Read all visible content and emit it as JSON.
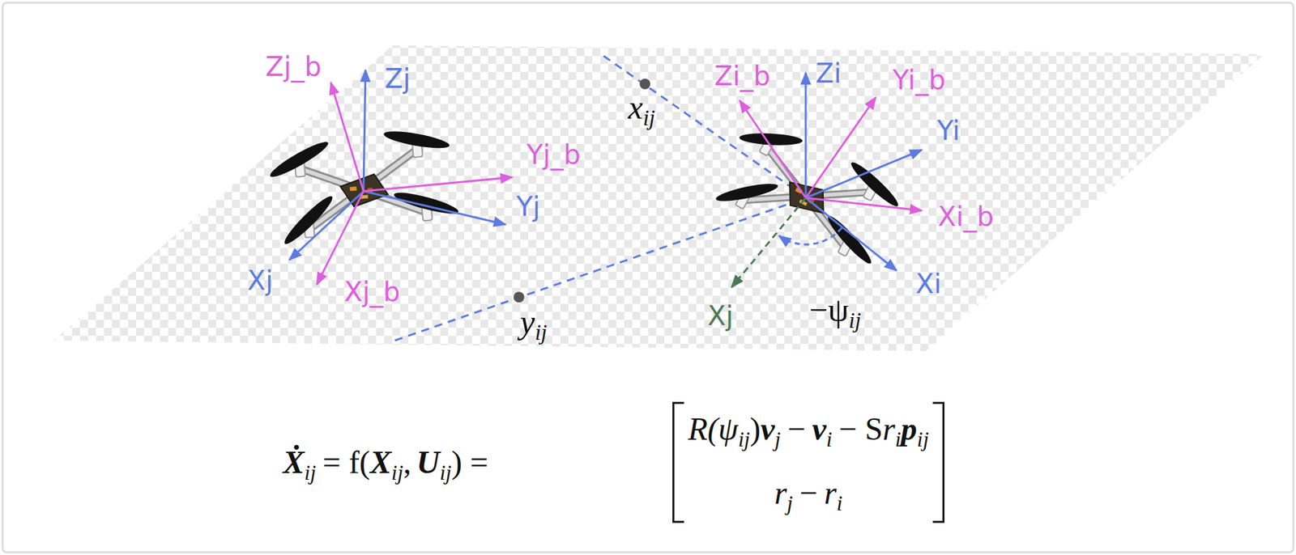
{
  "diagram": {
    "labels": [
      "Zj_b",
      "Zj",
      "Yj_b",
      "Yj",
      "Xj",
      "Xj_b",
      "x",
      "ij",
      "Zi_b",
      "Zi",
      "Yi_b",
      "Yi",
      "Xi_b",
      "Xi",
      "y",
      "ij",
      "Xj",
      "−ψ",
      "ij",
      "Ẋ",
      "ij",
      "= f(",
      "X",
      "ij",
      ",",
      "U",
      "ij",
      ") =",
      "R(ψ",
      "ij",
      ")",
      "v",
      "j",
      "−",
      "v",
      "i",
      "− S",
      "r",
      "i",
      "p",
      "ij",
      "r",
      "j",
      "−",
      "r",
      "i"
    ]
  }
}
